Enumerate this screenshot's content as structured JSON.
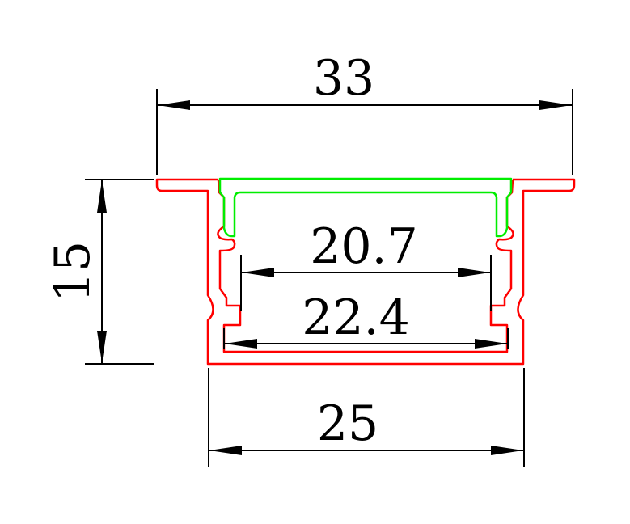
{
  "dimensions": {
    "overall_width": "33",
    "height": "15",
    "inner_cover_width": "20.7",
    "inner_channel_width": "22.4",
    "base_width": "25"
  },
  "colors": {
    "profile": "#ff0000",
    "diffuser": "#00ee00",
    "dimension": "#000000"
  }
}
